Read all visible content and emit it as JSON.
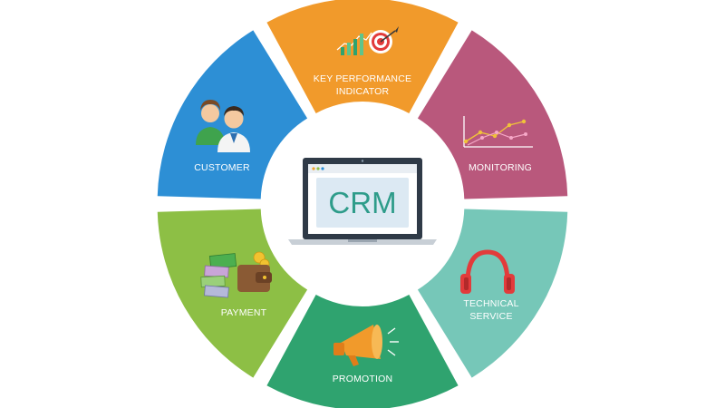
{
  "diagram": {
    "center": {
      "screen_text": "CRM"
    },
    "segments": [
      {
        "id": "kpi",
        "label_lines": [
          "KEY PERFORMANCE",
          "INDICATOR"
        ],
        "color": "#F19A2B",
        "icon": "target-chart-icon"
      },
      {
        "id": "monitoring",
        "label_lines": [
          "MONITORING"
        ],
        "color": "#B9587C",
        "icon": "line-chart-icon"
      },
      {
        "id": "technical",
        "label_lines": [
          "TECHNICAL",
          "SERVICE"
        ],
        "color": "#76C7B8",
        "icon": "headphones-icon"
      },
      {
        "id": "promotion",
        "label_lines": [
          "PROMOTION"
        ],
        "color": "#2FA36F",
        "icon": "megaphone-icon"
      },
      {
        "id": "payment",
        "label_lines": [
          "PAYMENT"
        ],
        "color": "#8DBF45",
        "icon": "wallet-money-icon"
      },
      {
        "id": "customer",
        "label_lines": [
          "CUSTOMER"
        ],
        "color": "#2D8FD5",
        "icon": "people-icon"
      }
    ]
  }
}
